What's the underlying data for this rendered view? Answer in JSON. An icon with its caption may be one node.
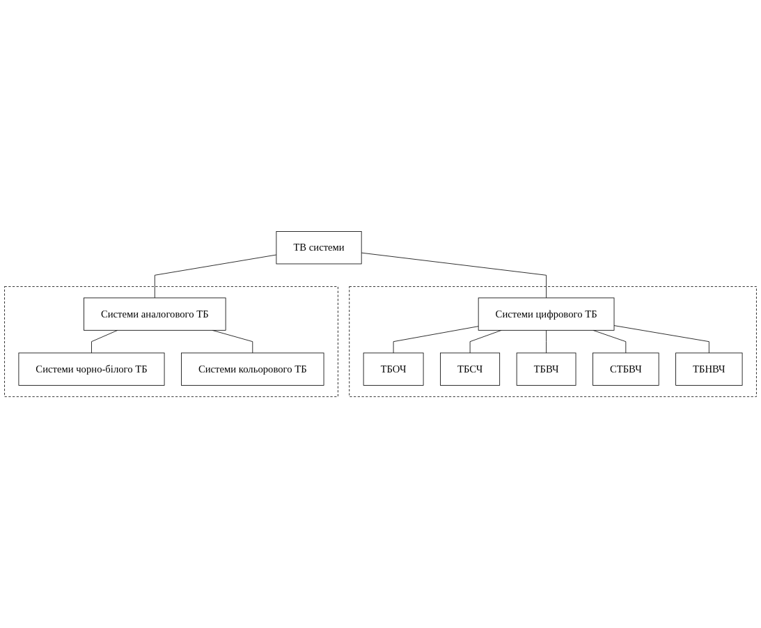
{
  "diagram": {
    "nodes": [
      {
        "text": [
          "ТВ системи"
        ]
      },
      {
        "text": [],
        "shape": "box"
      },
      {
        "text": [
          "Системи аналогового ТБ"
        ],
        "in": 1
      },
      {
        "text": [
          "Системи чорно-білого ТБ"
        ],
        "in": 1
      },
      {
        "text": [
          "Системи кольорового ТБ"
        ],
        "in": 1
      },
      {
        "text": [],
        "shape": "box"
      },
      {
        "text": [
          "Системи цифрового ТБ"
        ],
        "in": 5
      },
      {
        "text": [
          "ТБОЧ"
        ],
        "in": 5
      },
      {
        "text": [
          "ТБСЧ"
        ],
        "in": 5
      },
      {
        "text": [
          "ТБВЧ"
        ],
        "in": 5
      },
      {
        "text": [
          "СТБВЧ"
        ],
        "in": 5
      },
      {
        "text": [
          "ТБНВЧ"
        ],
        "in": 5
      }
    ],
    "edges": [
      {
        "from": 0,
        "to": 2,
        "arrow": "none"
      },
      {
        "from": 0,
        "to": 6,
        "arrow": "none"
      },
      {
        "from": 2,
        "to": 3,
        "arrow": "none"
      },
      {
        "from": 2,
        "to": 4,
        "arrow": "none"
      },
      {
        "from": 6,
        "to": 7,
        "arrow": "none"
      },
      {
        "from": 6,
        "to": 8,
        "arrow": "none"
      },
      {
        "from": 6,
        "to": 9,
        "arrow": "none"
      },
      {
        "from": 6,
        "to": 10,
        "arrow": "none"
      },
      {
        "from": 6,
        "to": 11,
        "arrow": "none"
      }
    ]
  }
}
